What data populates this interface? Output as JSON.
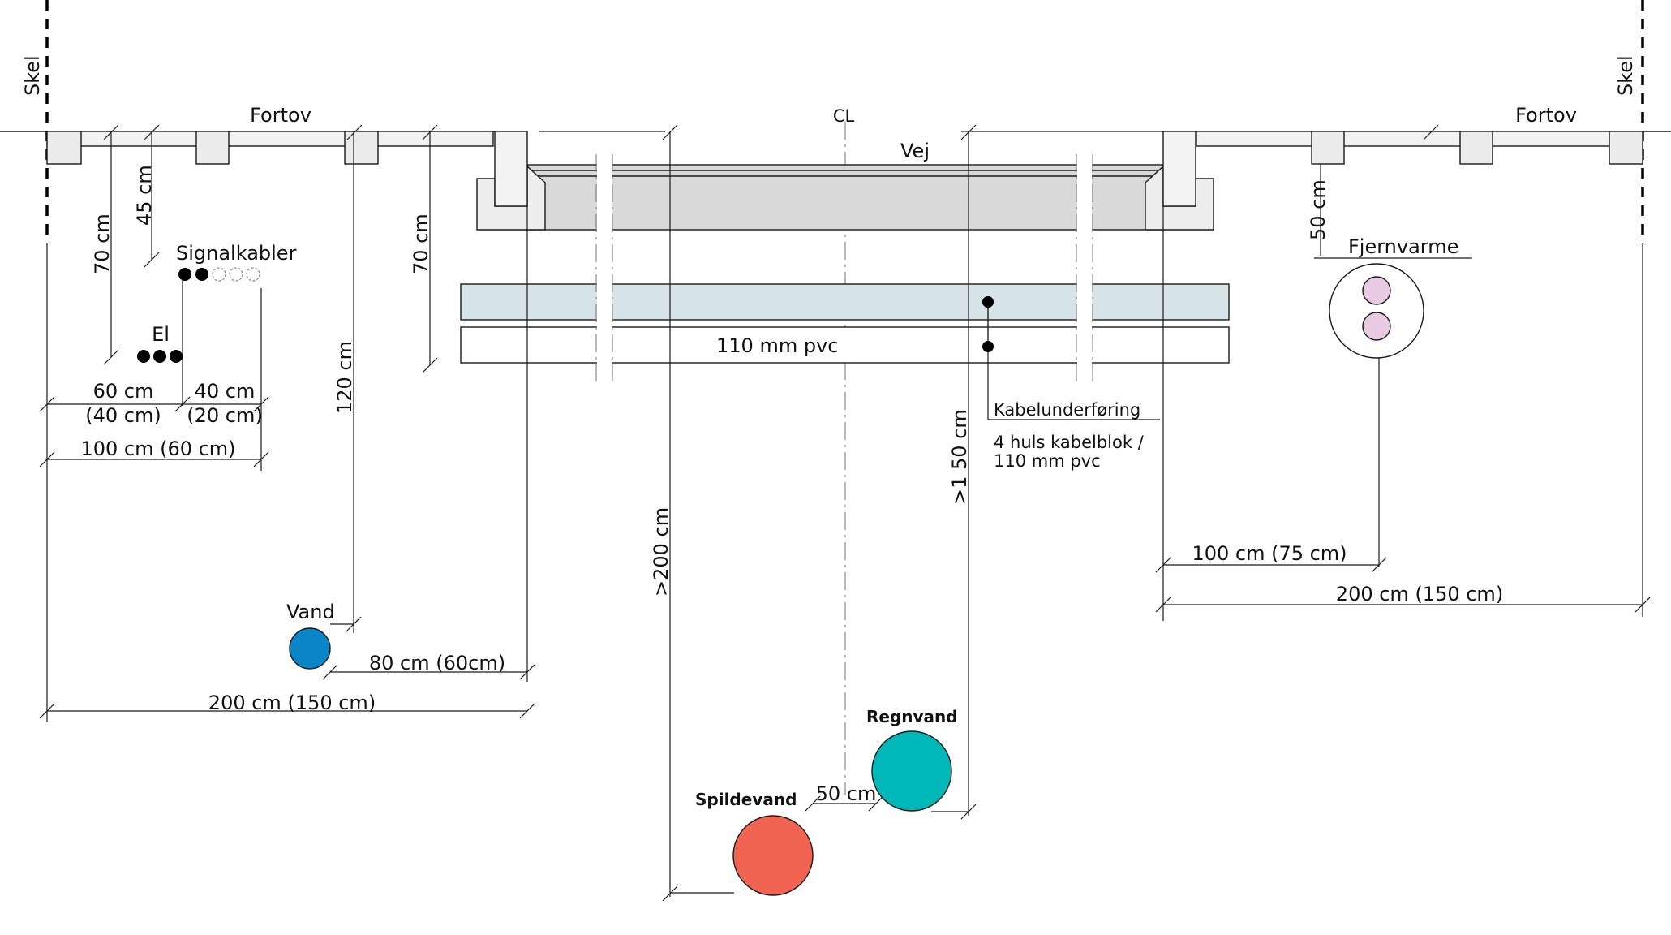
{
  "labels": {
    "skel_left": "Skel",
    "skel_right": "Skel",
    "fortov_left": "Fortov",
    "fortov_right": "Fortov",
    "centerline": "CL",
    "vej": "Vej",
    "signalkabler": "Signalkabler",
    "el": "El",
    "fjernvarme": "Fjernvarme",
    "vand": "Vand",
    "regnvand": "Regnvand",
    "spildevand": "Spildevand",
    "pvc": "110 mm pvc",
    "kabelunderforing": "Kabelunderføring",
    "kabelblok_line1": "4 huls kabelblok /",
    "kabelblok_line2": "110 mm pvc"
  },
  "dimensions": {
    "d70_left": "70 cm",
    "d45": "45 cm",
    "d70_mid": "70 cm",
    "d120": "120 cm",
    "d200_depth": ">200 cm",
    "d150_depth": ">1 50 cm",
    "d50_fjv": "50 cm",
    "d60_a": "60 cm",
    "d60_b": "(40 cm)",
    "d40_a": "40 cm",
    "d40_b": "(20 cm)",
    "d100_left": "100 cm (60 cm)",
    "d80": "80 cm (60cm)",
    "d200_left": "200 cm (150 cm)",
    "d100_right": "100 cm (75 cm)",
    "d200_right": "200 cm (150 cm)",
    "d50_pipes": "50 cm"
  },
  "colors": {
    "vand": "#0a86c8",
    "regnvand": "#00b8b8",
    "spildevand": "#f26452",
    "fjernvarme_pipe": "#e8cbe2",
    "road": "#d9d9d9",
    "curb": "#ededed",
    "kabelblok": "#d6e4e8"
  }
}
